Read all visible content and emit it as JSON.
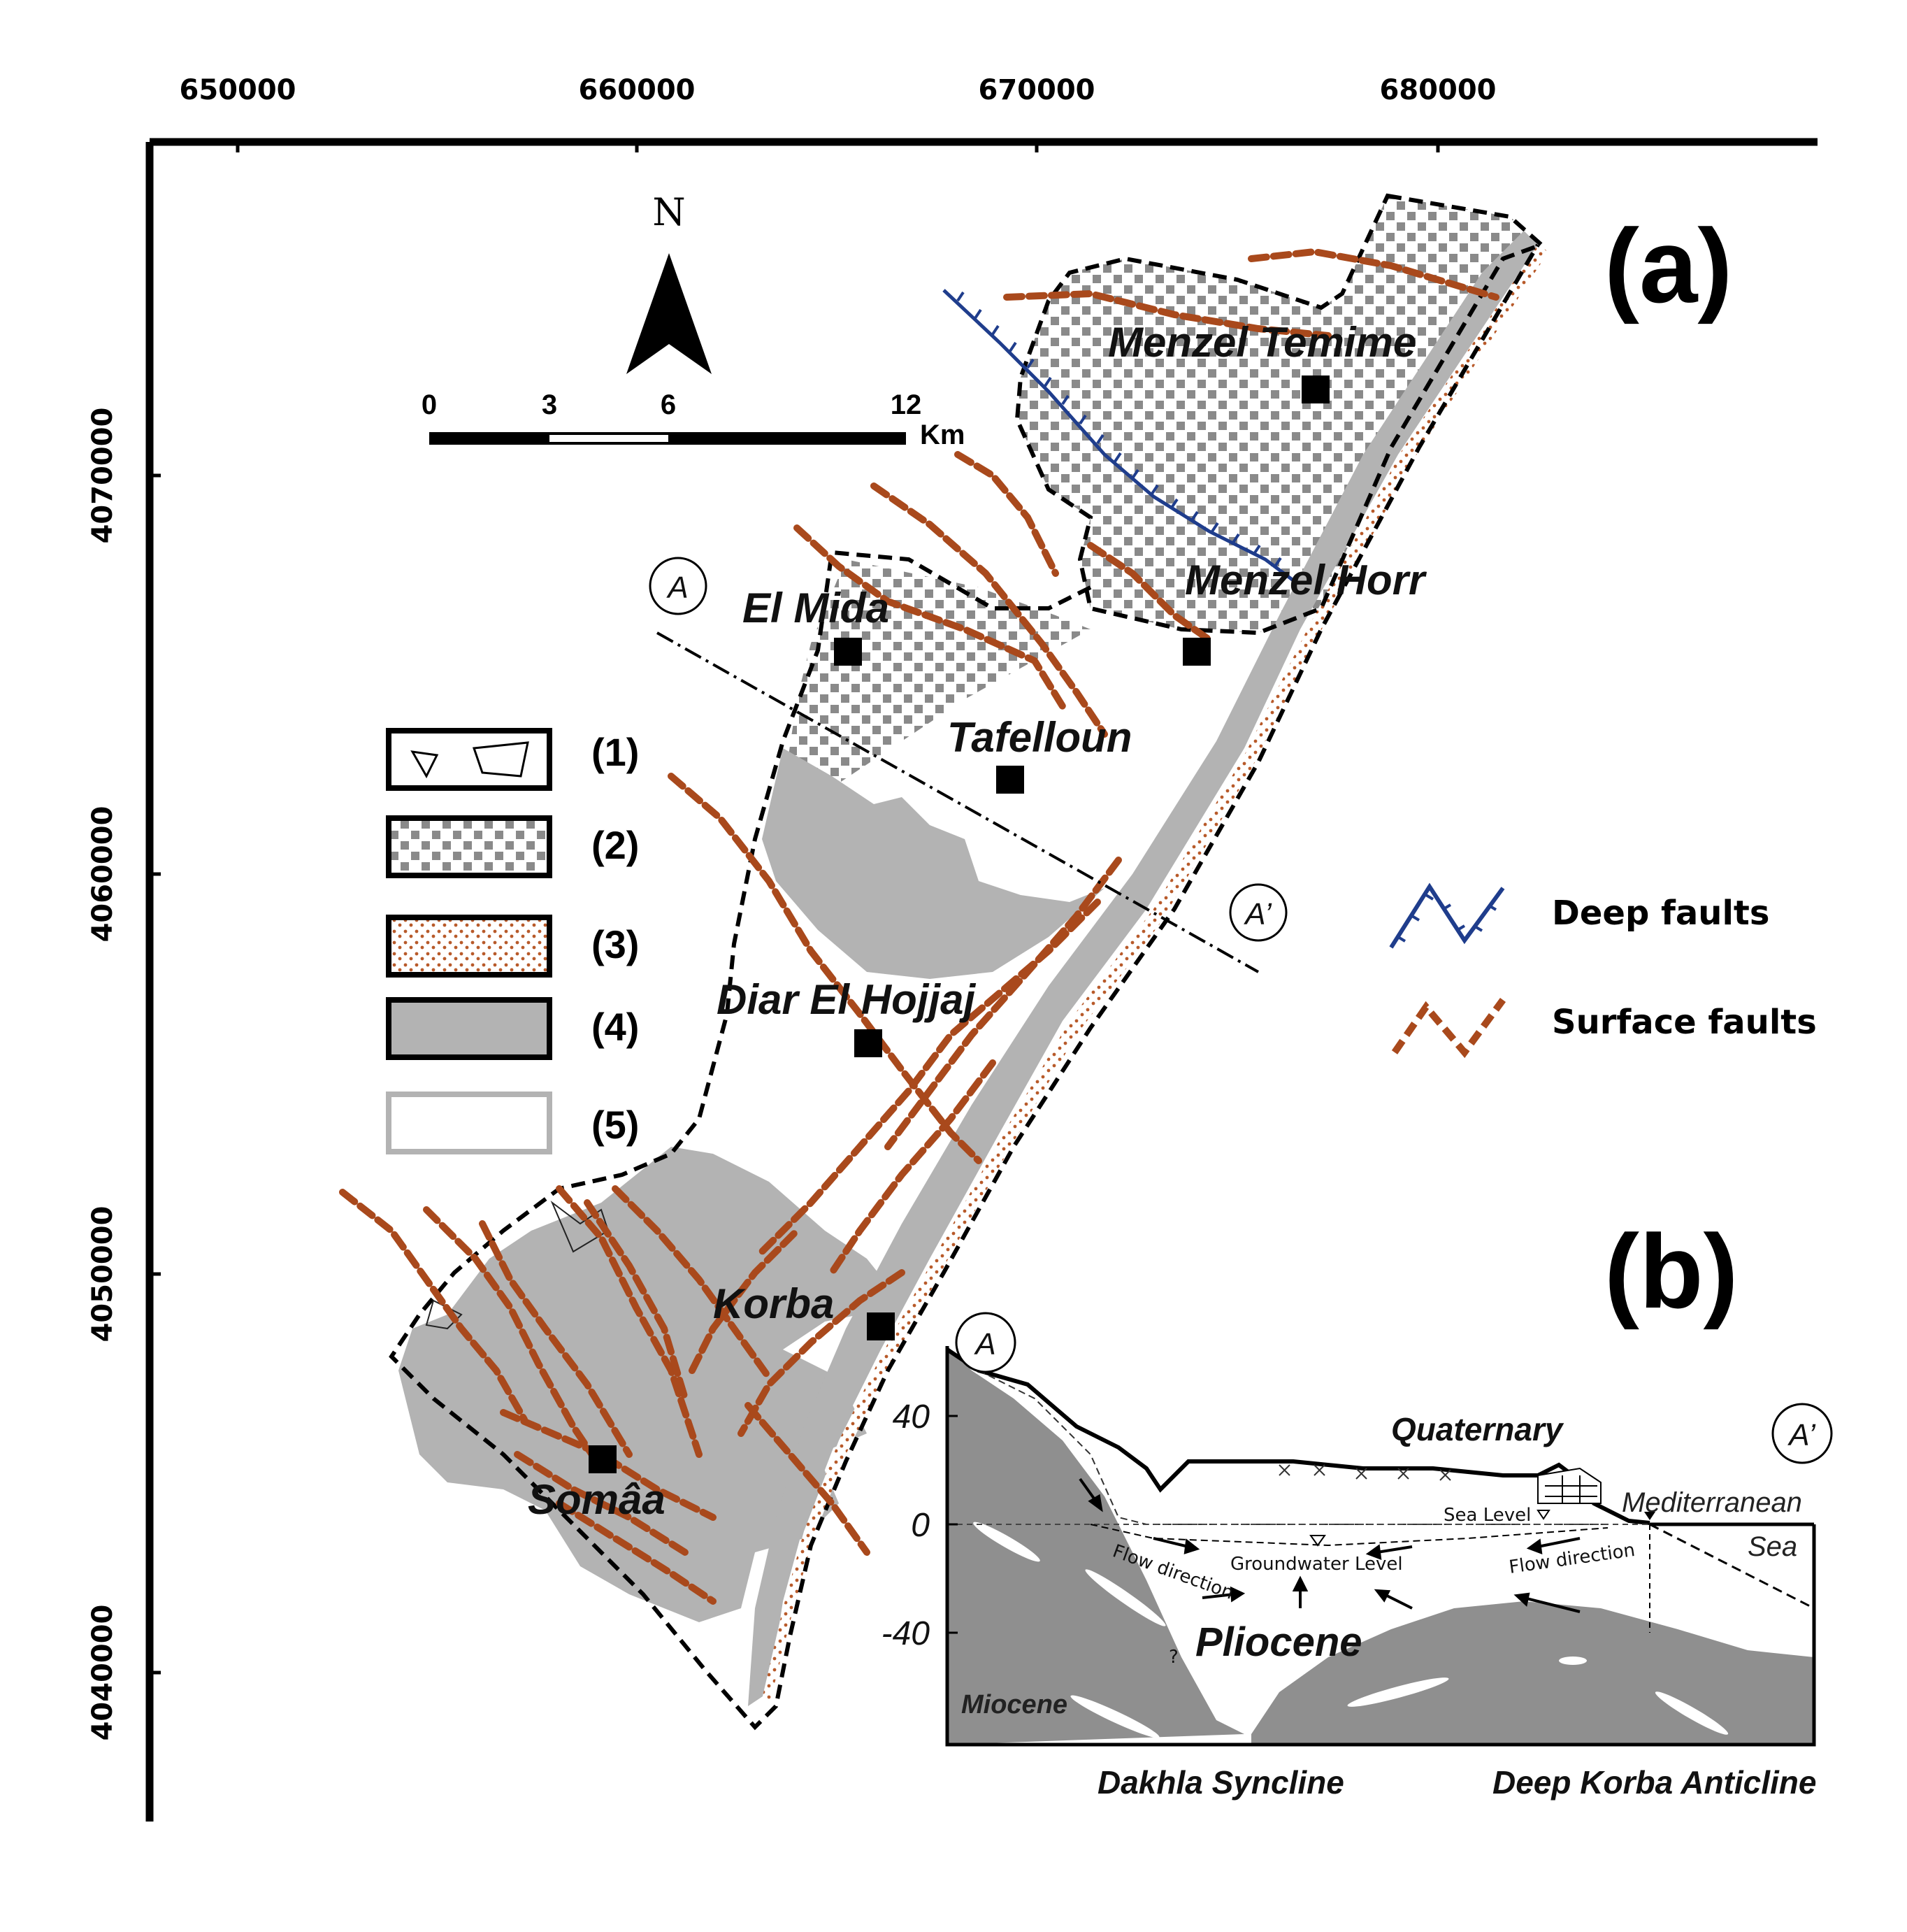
{
  "map": {
    "panel_a_label": "(a)",
    "panel_b_label": "(b)",
    "north_label": "N",
    "x_ticks": [
      "650000",
      "660000",
      "670000",
      "680000"
    ],
    "y_ticks": [
      "4070000",
      "4060000",
      "4050000",
      "4040000"
    ],
    "scale": {
      "labels": [
        "0",
        "3",
        "6",
        "12"
      ],
      "unit": "Km"
    },
    "towns": [
      "Menzel Temime",
      "Menzel Horr",
      "El Mida",
      "Tafelloun",
      "Diar El Hojjaj",
      "Korba",
      "Somâa"
    ],
    "section_start": "A",
    "section_end": "A’"
  },
  "legend": {
    "items": [
      "(1)",
      "(2)",
      "(3)",
      "(4)",
      "(5)"
    ],
    "deep_faults": "Deep faults",
    "surface_faults": "Surface faults",
    "colors": {
      "deep_fault": "#1f3d8c",
      "surface_fault": "#a9491c",
      "sand": "#b85a2a",
      "grey_unit": "#b3b3b3",
      "dark_unit": "#8f8f8f"
    }
  },
  "section": {
    "start": "A",
    "end": "A’",
    "y_ticks": [
      "40",
      "0",
      "-40"
    ],
    "quaternary": "Quaternary",
    "mediterranean": "Mediterranean",
    "sea": "Sea",
    "sea_level": "Sea Level",
    "flow_left": "Flow direction",
    "flow_right": "Flow direction",
    "groundwater": "Groundwater Level",
    "pliocene": "Pliocene",
    "miocene": "Miocene",
    "question": "?",
    "syncline": "Dakhla Syncline",
    "anticline": "Deep Korba Anticline"
  }
}
